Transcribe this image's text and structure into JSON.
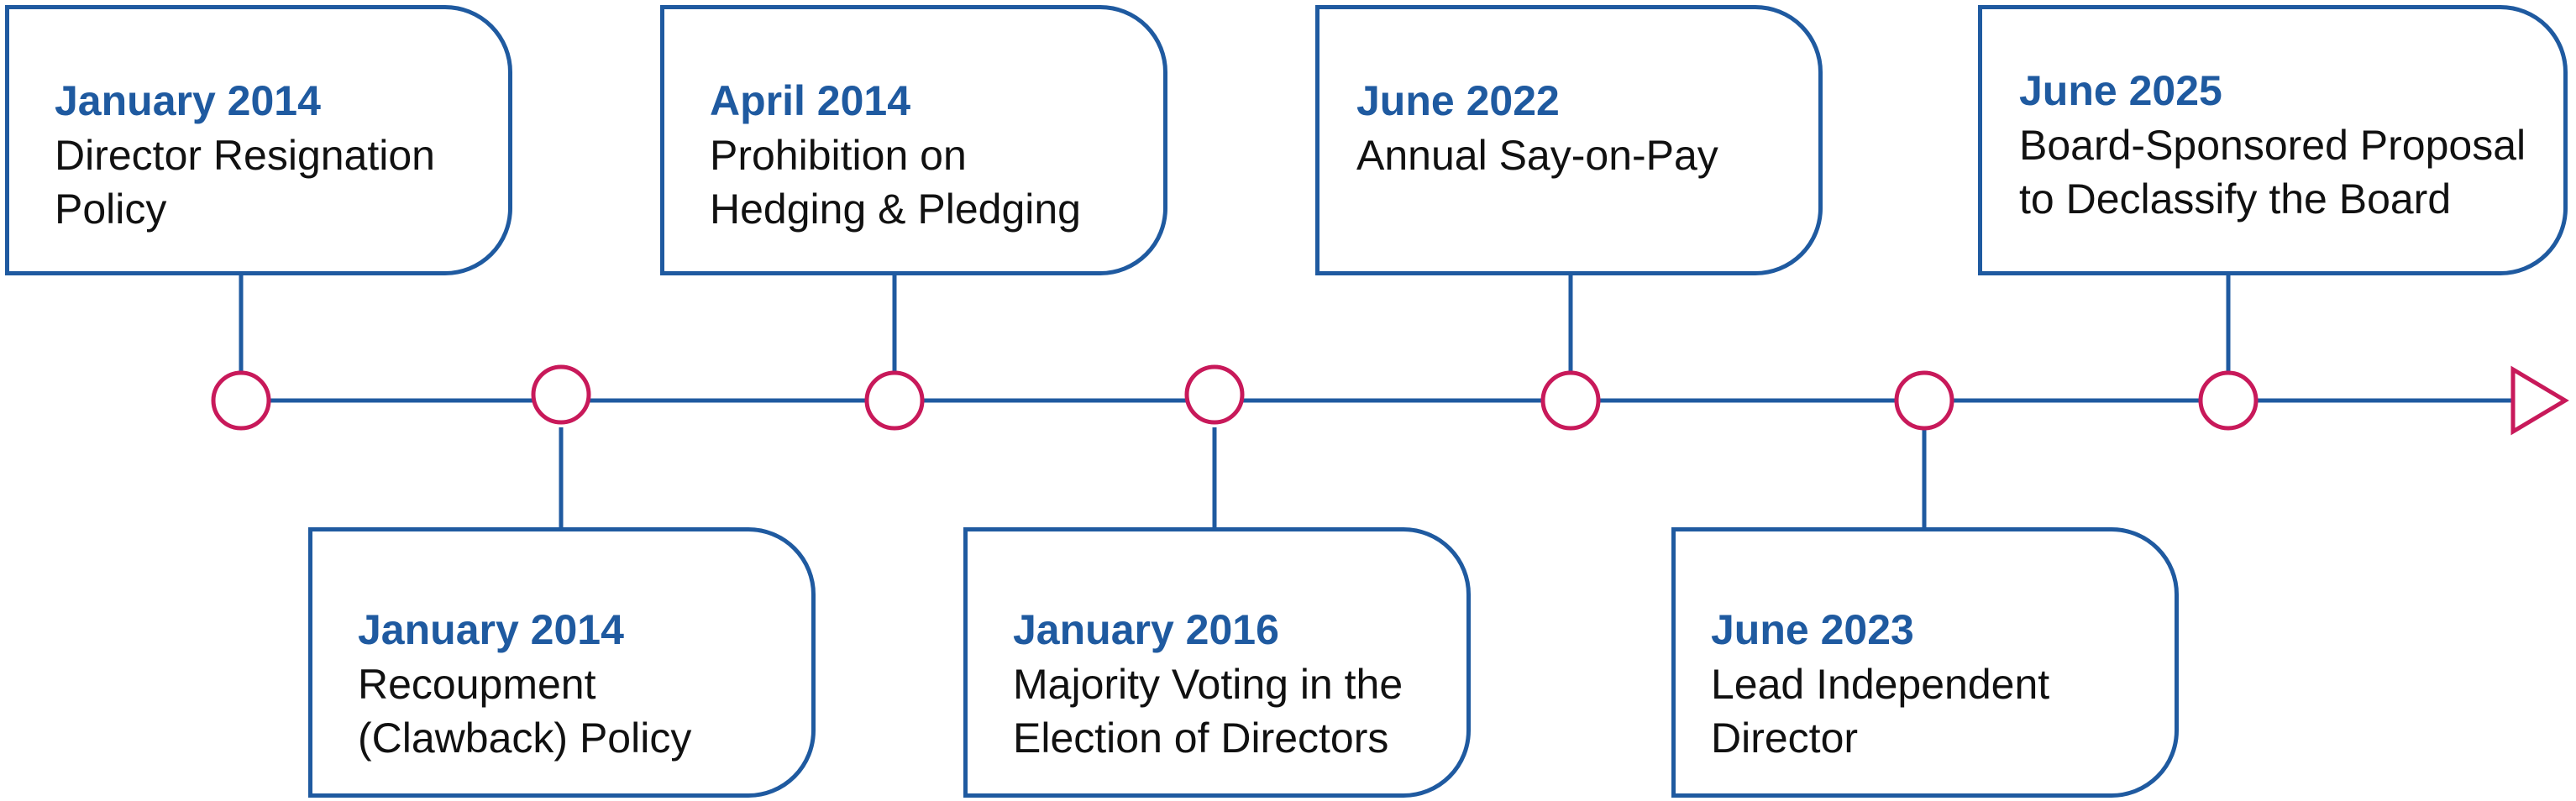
{
  "colors": {
    "card_border": "#1f5aa0",
    "date_text": "#1f5aa0",
    "body_text": "#111111",
    "timeline": "#1f5aa0",
    "node": "#c8195a",
    "arrow": "#c8195a"
  },
  "events": [
    {
      "date": "January 2014",
      "text": "Director Resignation\nPolicy",
      "side": "top"
    },
    {
      "date": "January 2014",
      "text": "Recoupment\n(Clawback) Policy",
      "side": "bottom"
    },
    {
      "date": "April 2014",
      "text": "Prohibition on\nHedging & Pledging",
      "side": "top"
    },
    {
      "date": "January 2016",
      "text": "Majority Voting in the\nElection of Directors",
      "side": "bottom"
    },
    {
      "date": "June 2022",
      "text": "Annual Say-on-Pay",
      "side": "top"
    },
    {
      "date": "June 2023",
      "text": "Lead Independent\nDirector",
      "side": "bottom"
    },
    {
      "date": "June 2025",
      "text": "Board-Sponsored Proposal\nto Declassify the Board",
      "side": "top"
    }
  ]
}
